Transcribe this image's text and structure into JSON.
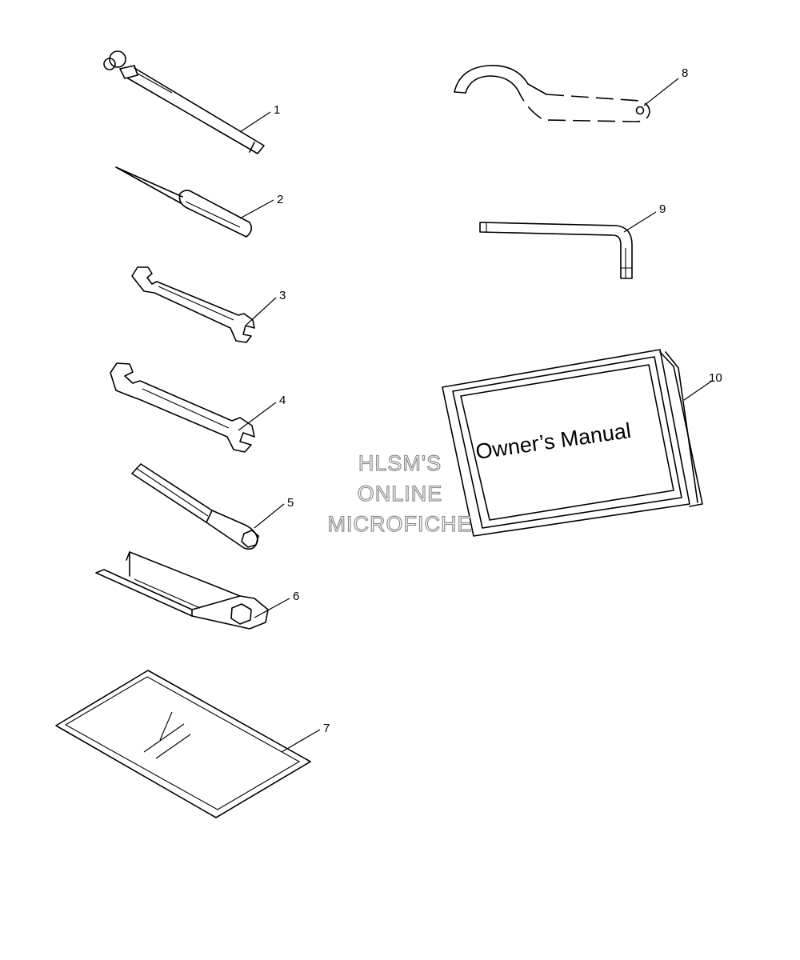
{
  "callouts": [
    {
      "id": "1",
      "label": "1"
    },
    {
      "id": "2",
      "label": "2"
    },
    {
      "id": "3",
      "label": "3"
    },
    {
      "id": "4",
      "label": "4"
    },
    {
      "id": "5",
      "label": "5"
    },
    {
      "id": "6",
      "label": "6"
    },
    {
      "id": "7",
      "label": "7"
    },
    {
      "id": "8",
      "label": "8"
    },
    {
      "id": "9",
      "label": "9"
    },
    {
      "id": "10",
      "label": "10"
    }
  ],
  "manual": {
    "cover_text": "Owner’s Manual"
  },
  "watermark": {
    "line1": "HLSM'S",
    "line2": "ONLINE",
    "line3": "MICROFICHE"
  },
  "colors": {
    "ink": "#000000",
    "watermark": "#8d8d8d",
    "background": "#ffffff"
  }
}
